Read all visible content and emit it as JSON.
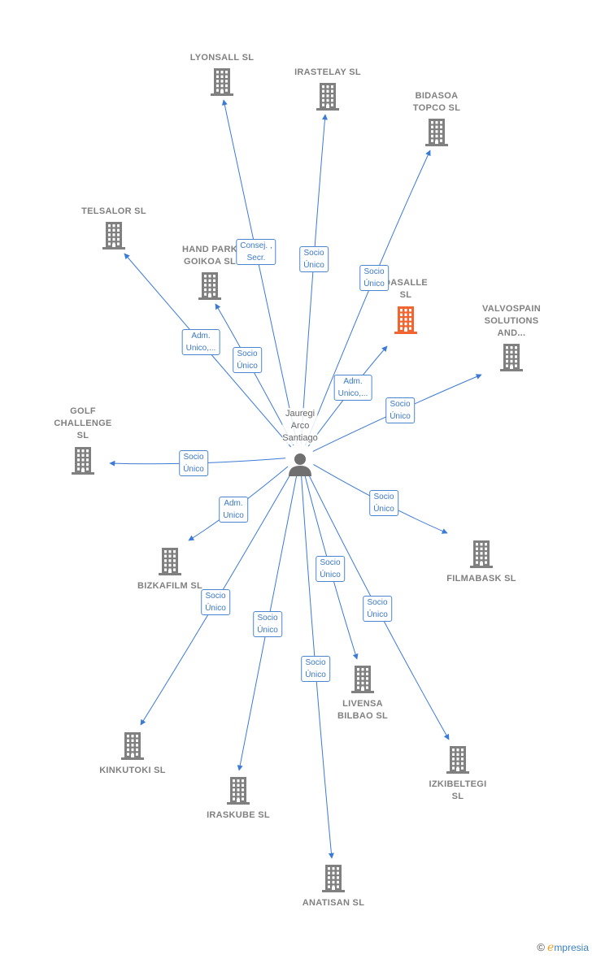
{
  "center": {
    "id": "person",
    "label": "Jauregi\nArco\nSantiago"
  },
  "colors": {
    "edge": "#3b7ad6",
    "building": "#808080",
    "highlight": "#f26531",
    "person": "#707070"
  },
  "nodes": [
    {
      "id": "lyonsall",
      "label": "LYONSALL  SL"
    },
    {
      "id": "irastelay",
      "label": "IRASTELAY  SL"
    },
    {
      "id": "bidasoa",
      "label": "BIDASOA\nTOPCO  SL"
    },
    {
      "id": "telsalor",
      "label": "TELSALOR  SL"
    },
    {
      "id": "handpark",
      "label": "HAND PARK\nGOIKOA  SL"
    },
    {
      "id": "dasalle",
      "label": "DASALLE\nSL",
      "highlight": true
    },
    {
      "id": "valvospain",
      "label": "VALVOSPAIN\nSOLUTIONS\nAND..."
    },
    {
      "id": "golf",
      "label": "GOLF\nCHALLENGE\nSL"
    },
    {
      "id": "bizkafilm",
      "label": "BIZKAFILM  SL"
    },
    {
      "id": "filmabask",
      "label": "FILMABASK  SL"
    },
    {
      "id": "livensa",
      "label": "LIVENSA\nBILBAO  SL"
    },
    {
      "id": "kinkutoki",
      "label": "KINKUTOKI  SL"
    },
    {
      "id": "iraskube",
      "label": "IRASKUBE  SL"
    },
    {
      "id": "izkibeltegi",
      "label": "IZKIBELTEGI\nSL"
    },
    {
      "id": "anatisan",
      "label": "ANATISAN  SL"
    }
  ],
  "edges": [
    {
      "to": "lyonsall",
      "label": "Consej. ,\nSecr."
    },
    {
      "to": "irastelay",
      "label": "Socio\nÚnico"
    },
    {
      "to": "bidasoa",
      "label": "Socio\nÚnico"
    },
    {
      "to": "telsalor",
      "label": "Adm.\nUnico,..."
    },
    {
      "to": "handpark",
      "label": "Socio\nÚnico"
    },
    {
      "to": "dasalle",
      "label": "Adm.\nUnico,..."
    },
    {
      "to": "valvospain",
      "label": "Socio\nÚnico"
    },
    {
      "to": "golf",
      "label": "Socio\nÚnico"
    },
    {
      "to": "bizkafilm",
      "label": "Adm.\nUnico"
    },
    {
      "to": "filmabask",
      "label": "Socio\nÚnico"
    },
    {
      "to": "livensa",
      "label": "Socio\nÚnico"
    },
    {
      "to": "kinkutoki",
      "label": "Socio\nÚnico"
    },
    {
      "to": "iraskube",
      "label": "Socio\nÚnico"
    },
    {
      "to": "izkibeltegi",
      "label": "Socio\nÚnico"
    },
    {
      "to": "anatisan",
      "label": "Socio\nÚnico"
    }
  ],
  "footer": {
    "copyright": "©",
    "brand_initial": "e",
    "brand_rest": "mpresia"
  }
}
